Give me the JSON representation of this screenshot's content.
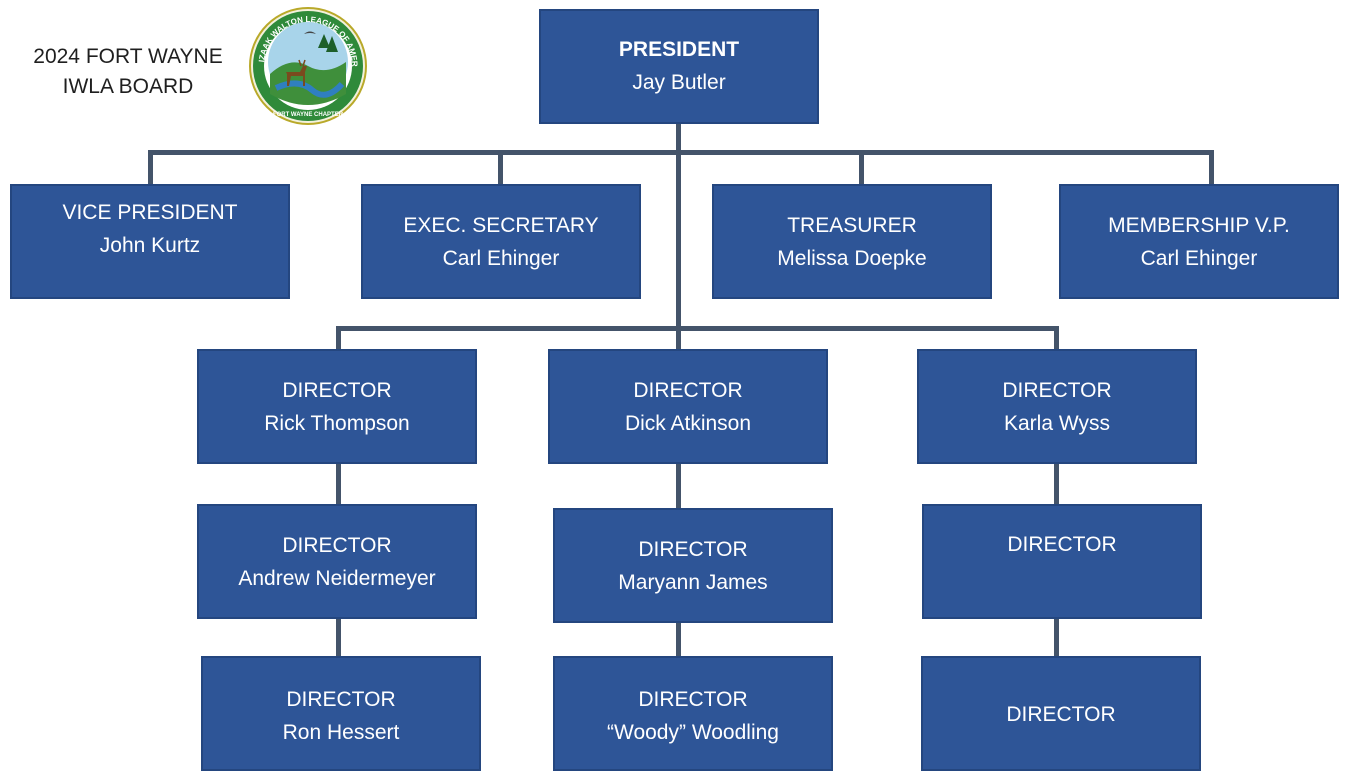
{
  "header": {
    "line1": "2024 FORT WAYNE",
    "line2": "IWLA BOARD"
  },
  "logo": {
    "ring_text": "THE IZAAK WALTON LEAGUE OF AMERICA",
    "chapter_text": "FORT WAYNE CHAPTER"
  },
  "colors": {
    "box_fill": "#2e5597",
    "box_border": "#24467f",
    "connector": "#44546a",
    "text_on_box": "#ffffff"
  },
  "president": {
    "role": "PRESIDENT",
    "name": "Jay Butler"
  },
  "officers": [
    {
      "role": "VICE PRESIDENT",
      "name": "John Kurtz"
    },
    {
      "role": "EXEC. SECRETARY",
      "name": "Carl Ehinger"
    },
    {
      "role": "TREASURER",
      "name": "Melissa Doepke"
    },
    {
      "role": "MEMBERSHIP V.P.",
      "name": "Carl Ehinger"
    }
  ],
  "directors": [
    [
      {
        "role": "DIRECTOR",
        "name": "Rick Thompson"
      },
      {
        "role": "DIRECTOR",
        "name": "Andrew Neidermeyer"
      },
      {
        "role": "DIRECTOR",
        "name": "Ron Hessert"
      }
    ],
    [
      {
        "role": "DIRECTOR",
        "name": "Dick Atkinson"
      },
      {
        "role": "DIRECTOR",
        "name": "Maryann James"
      },
      {
        "role": "DIRECTOR",
        "name": "“Woody” Woodling"
      }
    ],
    [
      {
        "role": "DIRECTOR",
        "name": "Karla Wyss"
      },
      {
        "role": "DIRECTOR",
        "name": ""
      },
      {
        "role": "DIRECTOR",
        "name": ""
      }
    ]
  ]
}
